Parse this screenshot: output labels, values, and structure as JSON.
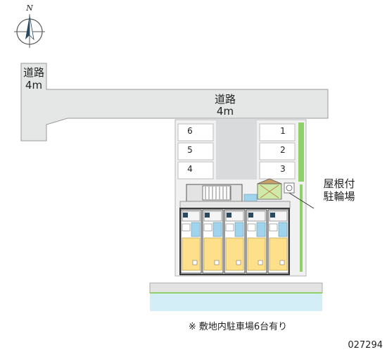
{
  "compass": {
    "label": "N",
    "icon": "north-arrow-icon"
  },
  "roads": {
    "west": {
      "name": "道路",
      "width": "4m"
    },
    "north": {
      "name": "道路",
      "width": "4m"
    }
  },
  "parking": {
    "west_slots": [
      "6",
      "5",
      "4"
    ],
    "east_slots": [
      "1",
      "2",
      "3"
    ]
  },
  "bicycle_parking": {
    "line1": "屋根付",
    "line2": "駐輪場"
  },
  "units_count": 5,
  "note": "※ 敷地内駐車場6台有り",
  "code": "027294",
  "colors": {
    "road": "#e5e6e6",
    "road_edge": "#9a9a9a",
    "lot": "#f1f1f1",
    "driveway": "#d9dadb",
    "unit_floor": "#ffe08a",
    "bath": "#9fd4ec",
    "green": "#8fd06a",
    "water": "#d4eef7",
    "building_outline": "#3a3a3a"
  }
}
